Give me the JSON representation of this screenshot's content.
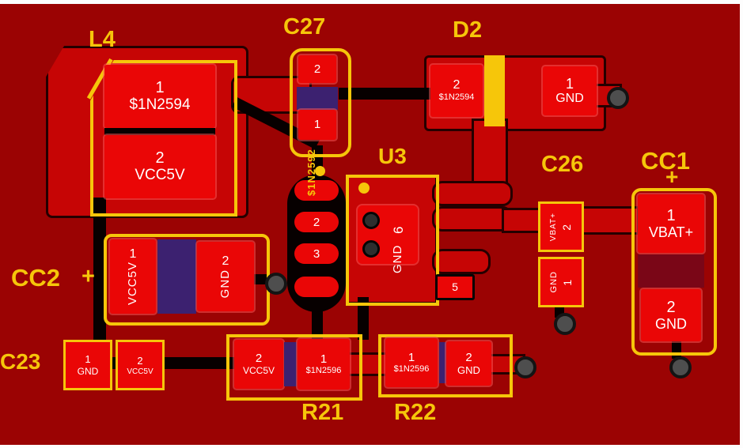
{
  "colors": {
    "board": "#9b0303",
    "copper": "#c60505",
    "pad": "#ea0606",
    "silkscreen": "#f6c60a",
    "trace": "#070000",
    "band_purple": "#3c2170",
    "band_maroon": "#7a0617",
    "via_fill": "#4e4e4e",
    "pad_text": "#ffffff"
  },
  "components": {
    "L4": {
      "ref": "L4",
      "pads": [
        {
          "num": "1",
          "net": "$1N2594"
        },
        {
          "num": "2",
          "net": "VCC5V"
        }
      ]
    },
    "C27": {
      "ref": "C27",
      "value": "$1N2592",
      "pads": [
        {
          "num": "2"
        },
        {
          "num": "1"
        }
      ]
    },
    "D2": {
      "ref": "D2",
      "pads": [
        {
          "num": "2",
          "net": "$1N2594"
        },
        {
          "num": "1",
          "net": "GND"
        }
      ]
    },
    "U3": {
      "ref": "U3",
      "left_pads": [
        {
          "num": ""
        },
        {
          "num": "2"
        },
        {
          "num": "3"
        },
        {
          "num": ""
        }
      ],
      "pad5": "5",
      "thermal_num": "6",
      "thermal_net": "GND"
    },
    "C26": {
      "ref": "C26",
      "pads": [
        {
          "num": "2",
          "net": "VBAT+"
        },
        {
          "num": "1",
          "net": "GND"
        }
      ]
    },
    "CC1": {
      "ref": "CC1",
      "polarity": "+",
      "pads": [
        {
          "num": "1",
          "net": "VBAT+"
        },
        {
          "num": "2",
          "net": "GND"
        }
      ]
    },
    "CC2": {
      "ref": "CC2",
      "polarity": "+",
      "pads": [
        {
          "num": "1",
          "net": "VCC5V"
        },
        {
          "num": "2",
          "net": "GND"
        }
      ]
    },
    "C23": {
      "ref": "C23",
      "pads": [
        {
          "num": "1",
          "net": "GND"
        },
        {
          "num": "2",
          "net": "VCC5V"
        }
      ]
    },
    "R21": {
      "ref": "R21",
      "pads": [
        {
          "num": "2",
          "net": "VCC5V"
        },
        {
          "num": "1",
          "net": "$1N2596"
        }
      ]
    },
    "R22": {
      "ref": "R22",
      "pads": [
        {
          "num": "1",
          "net": "$1N2596"
        },
        {
          "num": "2",
          "net": "GND"
        }
      ]
    }
  }
}
